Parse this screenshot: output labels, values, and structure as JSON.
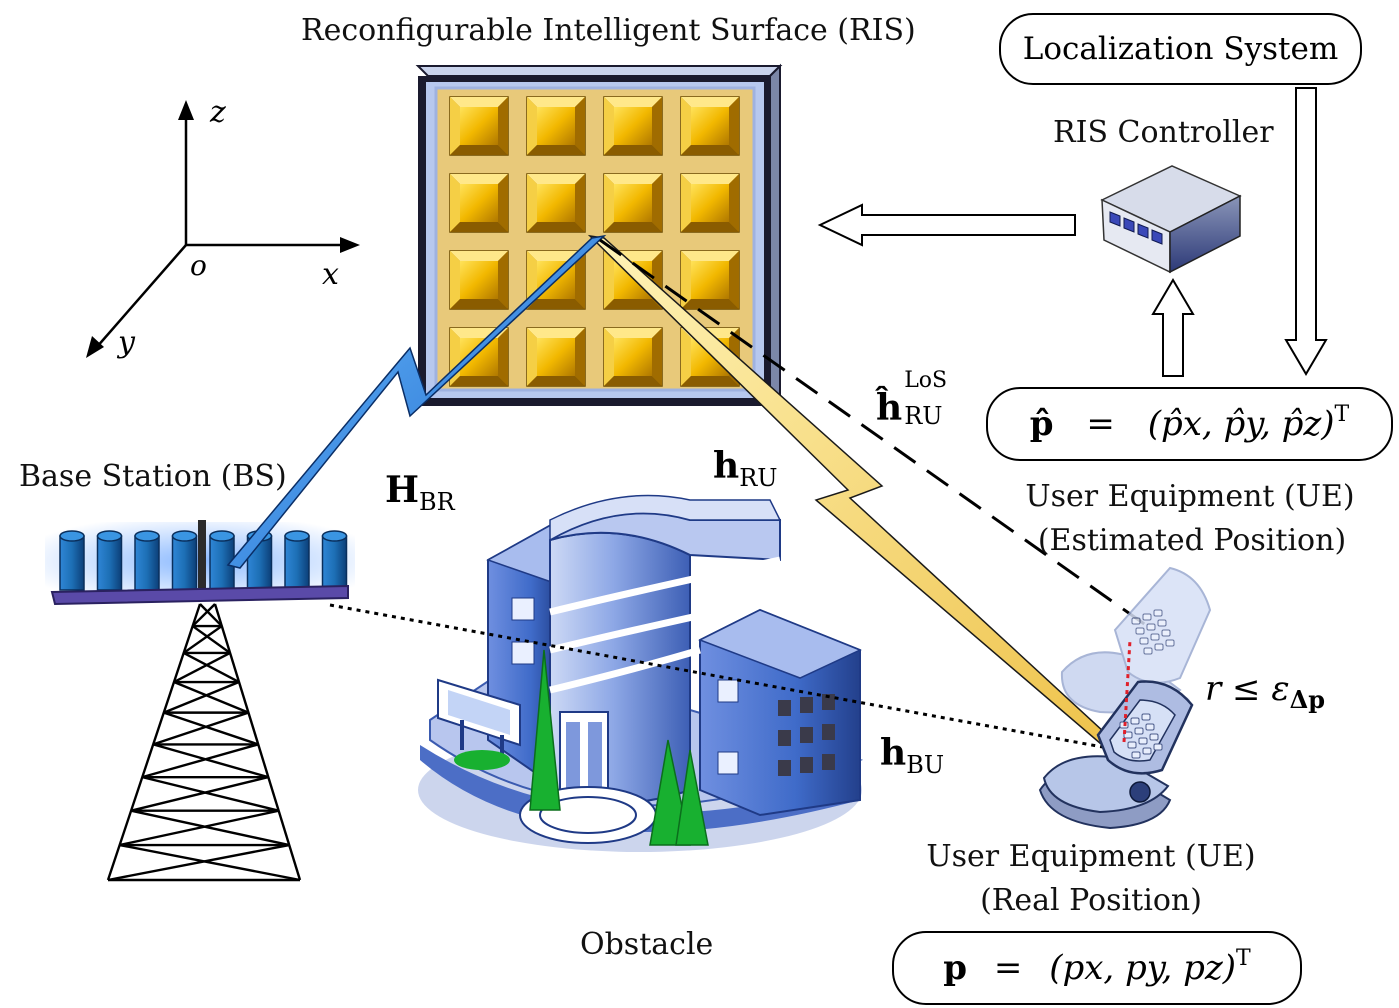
{
  "labels": {
    "ris_title": "Reconfigurable Intelligent Surface (RIS)",
    "localization_system": "Localization System",
    "ris_controller": "RIS Controller",
    "base_station": "Base Station (BS)",
    "obstacle": "Obstacle",
    "ue_estimated_line1": "User Equipment (UE)",
    "ue_estimated_line2": "(Estimated Position)",
    "ue_real_line1": "User Equipment (UE)",
    "ue_real_line2": "(Real Position)"
  },
  "axes": {
    "z": "z",
    "x": "x",
    "y": "y",
    "origin": "o"
  },
  "channels": {
    "H_BR": {
      "main": "H",
      "sub": "BR"
    },
    "h_RU": {
      "main": "h",
      "sub": "RU"
    },
    "h_BU": {
      "main": "h",
      "sub": "BU"
    },
    "h_RU_LoS": {
      "main": "ĥ",
      "sub": "RU",
      "sup": "LoS"
    }
  },
  "equations": {
    "estimated": {
      "lhs": "p̂",
      "eq": "=",
      "rhs": "(p̂x, p̂y, p̂z)",
      "sup": "T"
    },
    "real": {
      "lhs": "p",
      "eq": "=",
      "rhs": "(px, py, pz)",
      "sup": "T"
    }
  },
  "error_bound": {
    "text": "r ≤ ε",
    "sub": "Δp"
  },
  "colors": {
    "ris_frame": "#1a1a2e",
    "ris_background": "#e8c97a",
    "ris_element": "#f2b800",
    "bs_antenna": "#1d6fb5",
    "bs_platform": "#5a4aa8",
    "lightning_blue": "#1e7fe0",
    "lightning_yellow": "#f5d873",
    "building_blue": "#3f6bc9",
    "building_light": "#9fb6ea",
    "tree_green": "#18b030",
    "phone_shell": "#b7c6e8",
    "error_dash": "#e0202a"
  }
}
